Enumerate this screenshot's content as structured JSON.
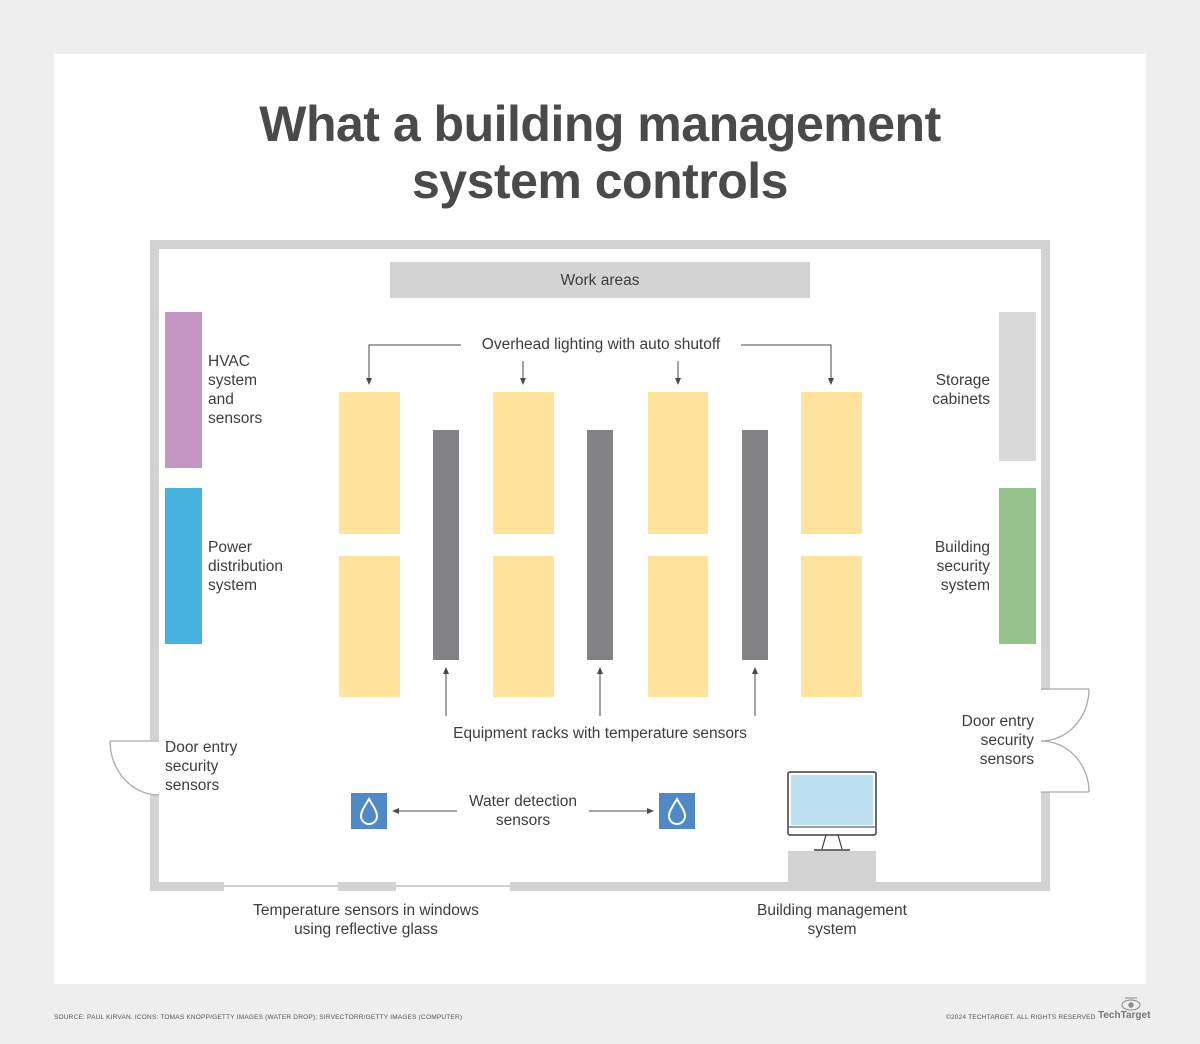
{
  "title": {
    "line1": "What a building management",
    "line2": "system controls"
  },
  "labels": {
    "work_areas": "Work areas",
    "overhead_lighting": "Overhead lighting with auto shutoff",
    "hvac": "HVAC\nsystem\nand\nsensors",
    "power": "Power\ndistribution\nsystem",
    "storage": "Storage\ncabinets",
    "security": "Building\nsecurity\nsystem",
    "racks": "Equipment racks with temperature sensors",
    "door_left": "Door entry\nsecurity\nsensors",
    "door_right": "Door entry\nsecurity\nsensors",
    "water": "Water detection\nsensors",
    "windows": "Temperature sensors in windows\nusing reflective glass",
    "bms": "Building management\nsystem"
  },
  "colors": {
    "hvac": "#c496c2",
    "power": "#45b3dd",
    "security": "#96c28c",
    "storage": "#d9d9da",
    "lighting": "#fde39c",
    "rack": "#838385",
    "water_icon": "#4f89c6",
    "monitor_screen": "#bde0f1",
    "wall": "#d3d3d4"
  },
  "icons": {
    "water_left": "water-drop-icon",
    "water_right": "water-drop-icon",
    "computer": "computer-monitor-icon",
    "logo": "eye-logo-icon"
  },
  "footer": {
    "source": "SOURCE: PAUL KIRVAN.  ICONS: TOMAS KNOPP/GETTY IMAGES (WATER DROP); SIRVECTORR/GETTY IMAGES (COMPUTER)",
    "copyright": "©2024 TECHTARGET. ALL RIGHTS RESERVED",
    "brand": "TechTarget"
  }
}
